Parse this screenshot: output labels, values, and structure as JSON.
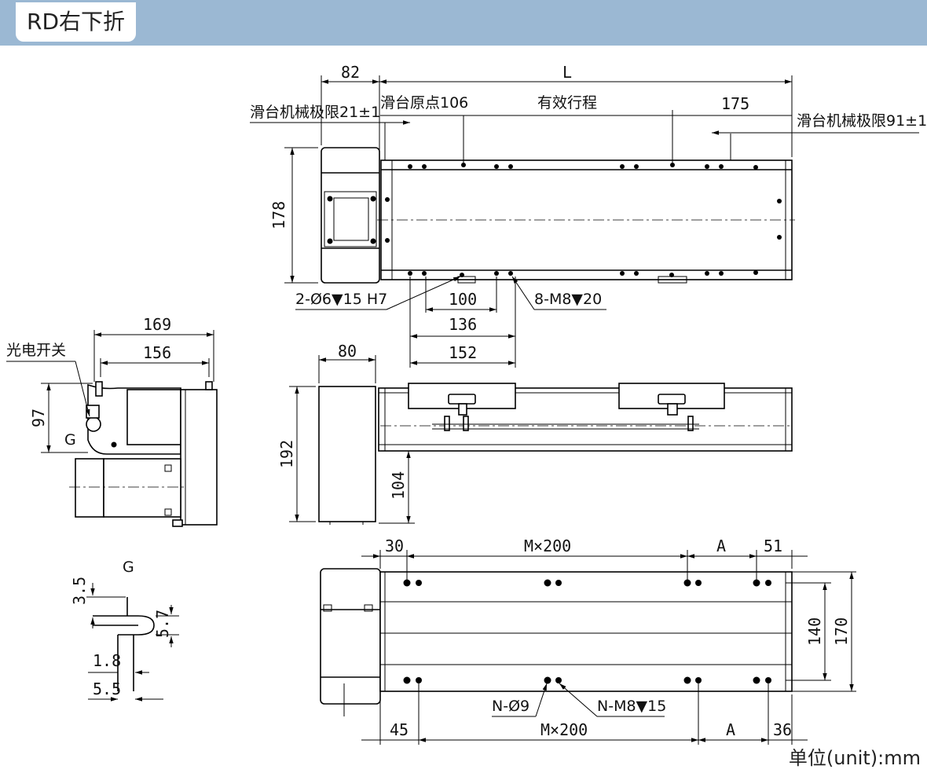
{
  "header": {
    "title": "RD右下折"
  },
  "unit_note": "单位(unit):mm",
  "top_view": {
    "dims": {
      "d82": "82",
      "dL": "L",
      "d106": "滑台原点106",
      "stroke": "有效行程",
      "d175": "175",
      "limit_left": "滑台机械极限21±1",
      "limit_right": "滑台机械极限91±1",
      "d178": "178",
      "d100": "100",
      "d136": "136",
      "d152": "152"
    },
    "callouts": {
      "pin_hole": "2-Ø6▼15 H7",
      "tap_hole": "8-M8▼20"
    }
  },
  "side_view": {
    "dims": {
      "d80": "80",
      "d192": "192",
      "d104": "104"
    }
  },
  "end_view": {
    "dims": {
      "d169": "169",
      "d156": "156",
      "d97": "97",
      "g_mark": "G"
    },
    "labels": {
      "sensor": "光电开关"
    }
  },
  "detail_g": {
    "title": "G",
    "dims": {
      "d35": "3.5",
      "d57": "5.7",
      "d18": "1.8",
      "d55": "5.5"
    }
  },
  "bottom_view": {
    "dims": {
      "d30": "30",
      "m200_top": "M×200",
      "a_top": "A",
      "d51": "51",
      "d45": "45",
      "m200_bot": "M×200",
      "a_bot": "A",
      "d36": "36",
      "d140": "140",
      "d170": "170"
    },
    "callouts": {
      "n_hole": "N-Ø9",
      "n_tap": "N-M8▼15"
    }
  }
}
